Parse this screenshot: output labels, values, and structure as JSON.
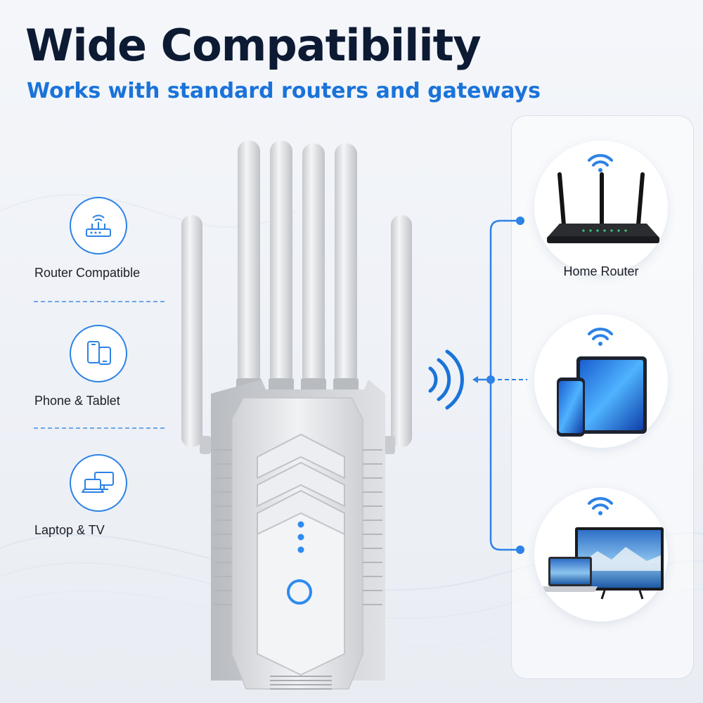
{
  "header": {
    "title": "Wide Compatibility",
    "subtitle": "Works with standard routers and gateways"
  },
  "features": [
    {
      "label": "Router Compatible",
      "icon": "router-icon"
    },
    {
      "label": "Phone & Tablet",
      "icon": "phone-tablet-icon"
    },
    {
      "label": "Laptop & TV",
      "icon": "laptop-tv-icon"
    }
  ],
  "targets": [
    {
      "label": "Home Router",
      "icon": "home-router-icon"
    },
    {
      "label": "",
      "icon": "phone-tablet-icon"
    },
    {
      "label": "",
      "icon": "laptop-tv-icon"
    }
  ],
  "colors": {
    "title": "#0d1a33",
    "accent": "#1a73d9",
    "device": "#e9eaed",
    "led": "#2d8cf0"
  }
}
